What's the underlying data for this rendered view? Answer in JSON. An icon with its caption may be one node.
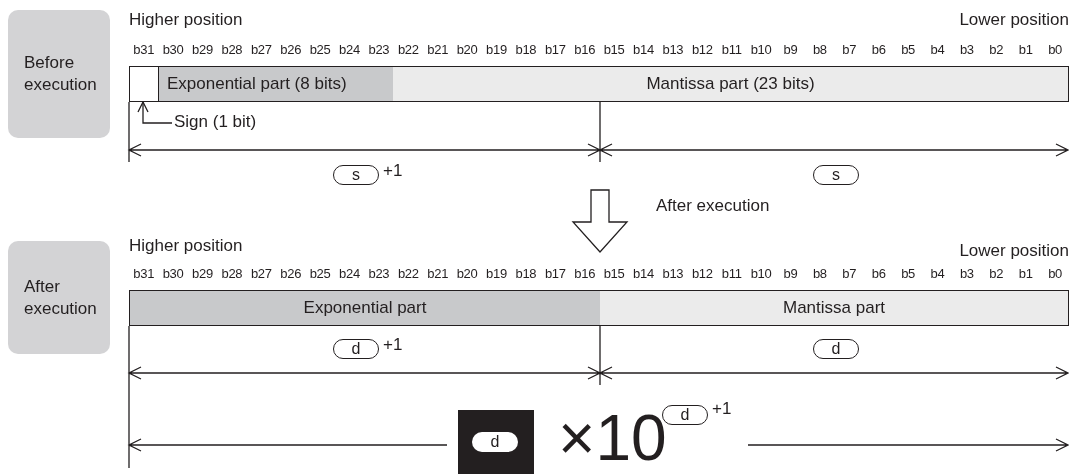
{
  "diagram": {
    "nodes": [
      {
        "text": [
          "Before execution"
        ]
      },
      {
        "text": [],
        "shape": "box"
      },
      {
        "text": [
          "Exponential part (8 bits)"
        ]
      },
      {
        "text": [
          "Mantissa part (23 bits)"
        ]
      },
      {
        "text": [
          "Sign (1 bit)"
        ]
      },
      {
        "text": [
          "s"
        ],
        "beside": [
          "+1"
        ]
      },
      {
        "text": [
          "s"
        ]
      },
      {
        "text": [
          "After execution"
        ]
      },
      {
        "text": [
          "Exponential part"
        ]
      },
      {
        "text": [
          "Mantissa part"
        ]
      },
      {
        "text": [
          "d"
        ],
        "beside": [
          "+1"
        ]
      },
      {
        "text": [
          "d"
        ]
      },
      {
        "text": [],
        "shape": "box"
      },
      {
        "text": [
          "d"
        ],
        "in": 12
      },
      {
        "text": [
          "d"
        ],
        "beside": [
          "+1"
        ]
      }
    ],
    "edges": [
      {
        "from": 4,
        "to": 1,
        "arrow": "to"
      }
    ],
    "labels": [
      "Higher position",
      "Lower position",
      "b31",
      "b30",
      "b29",
      "b28",
      "b27",
      "b26",
      "b25",
      "b24",
      "b23",
      "b22",
      "b21",
      "b20",
      "b19",
      "b18",
      "b17",
      "b16",
      "b15",
      "b14",
      "b13",
      "b12",
      "b11",
      "b10",
      "b9",
      "b8",
      "b7",
      "b6",
      "b5",
      "b4",
      "b3",
      "b2",
      "b1",
      "b0",
      "After execution",
      "Higher position",
      "Lower position",
      "b31",
      "b30",
      "b29",
      "b28",
      "b27",
      "b26",
      "b25",
      "b24",
      "b23",
      "b22",
      "b21",
      "b20",
      "b19",
      "b18",
      "b17",
      "b16",
      "b15",
      "b14",
      "b13",
      "b12",
      "b11",
      "b10",
      "b9",
      "b8",
      "b7",
      "b6",
      "b5",
      "b4",
      "b3",
      "b2",
      "b1",
      "b0",
      "×10"
    ]
  }
}
